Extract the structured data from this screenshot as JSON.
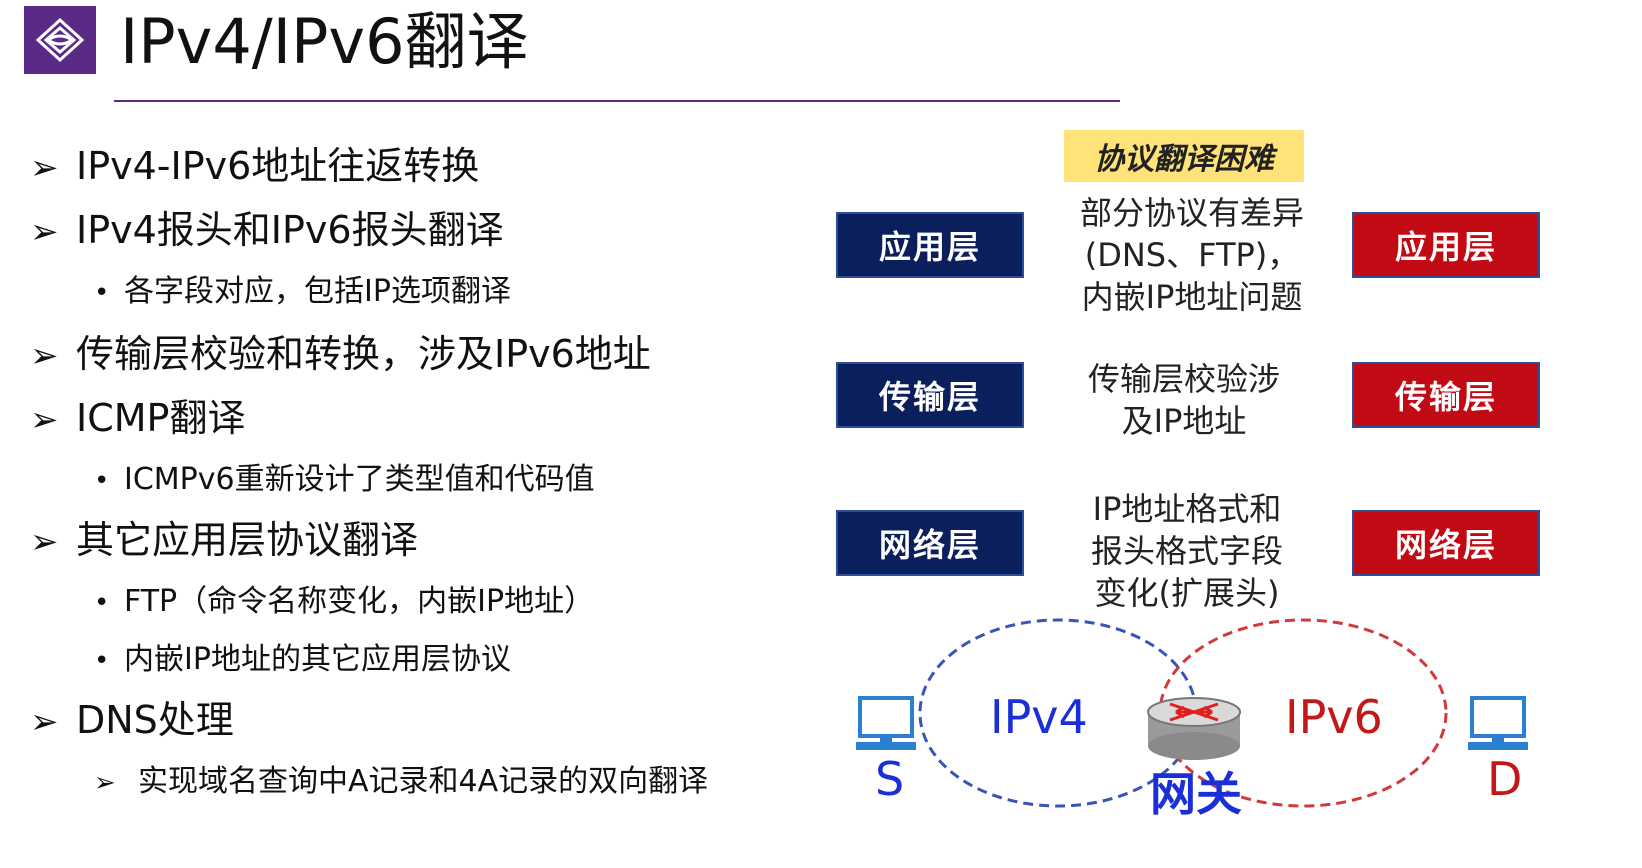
{
  "header": {
    "title": "IPv4/IPv6翻译",
    "logo_icon": "purple-emblem-icon",
    "accent_color": "#5b2a86"
  },
  "bullets": {
    "item1": "IPv4-IPv6地址往返转换",
    "item2": "IPv4报头和IPv6报头翻译",
    "item2_sub1": "各字段对应，包括IP选项翻译",
    "item3": "传输层校验和转换，涉及IPv6地址",
    "item4": "ICMP翻译",
    "item4_sub1": "ICMPv6重新设计了类型值和代码值",
    "item5": "其它应用层协议翻译",
    "item5_sub1": "FTP（命令名称变化，内嵌IP地址）",
    "item5_sub2": "内嵌IP地址的其它应用层协议",
    "item6": "DNS处理",
    "item6_sub1": "实现域名查询中A记录和4A记录的双向翻译",
    "arrow_glyph": "➢",
    "dot_glyph": "•"
  },
  "diagram": {
    "highlight": "协议翻译困难",
    "left_layers": [
      "应用层",
      "传输层",
      "网络层"
    ],
    "right_layers": [
      "应用层",
      "传输层",
      "网络层"
    ],
    "app_note": [
      "部分协议有差异",
      "(DNS、FTP)，",
      "内嵌IP地址问题"
    ],
    "transport_note": [
      "传输层校验涉",
      "及IP地址"
    ],
    "network_note": [
      "IP地址格式和",
      "报头格式字段",
      "变化(扩展头)"
    ],
    "ipv4_label": "IPv4",
    "ipv6_label": "IPv6",
    "source_label": "S",
    "dest_label": "D",
    "gateway_label": "网关",
    "colors": {
      "left_layer_bg": "#0b1f5c",
      "right_layer_bg": "#c10a14",
      "ipv4_blue": "#1a2fd8",
      "ipv6_red": "#c21818",
      "highlight_bg": "#ffe278"
    },
    "icons": [
      "computer-icon",
      "router-icon",
      "computer-icon"
    ]
  }
}
